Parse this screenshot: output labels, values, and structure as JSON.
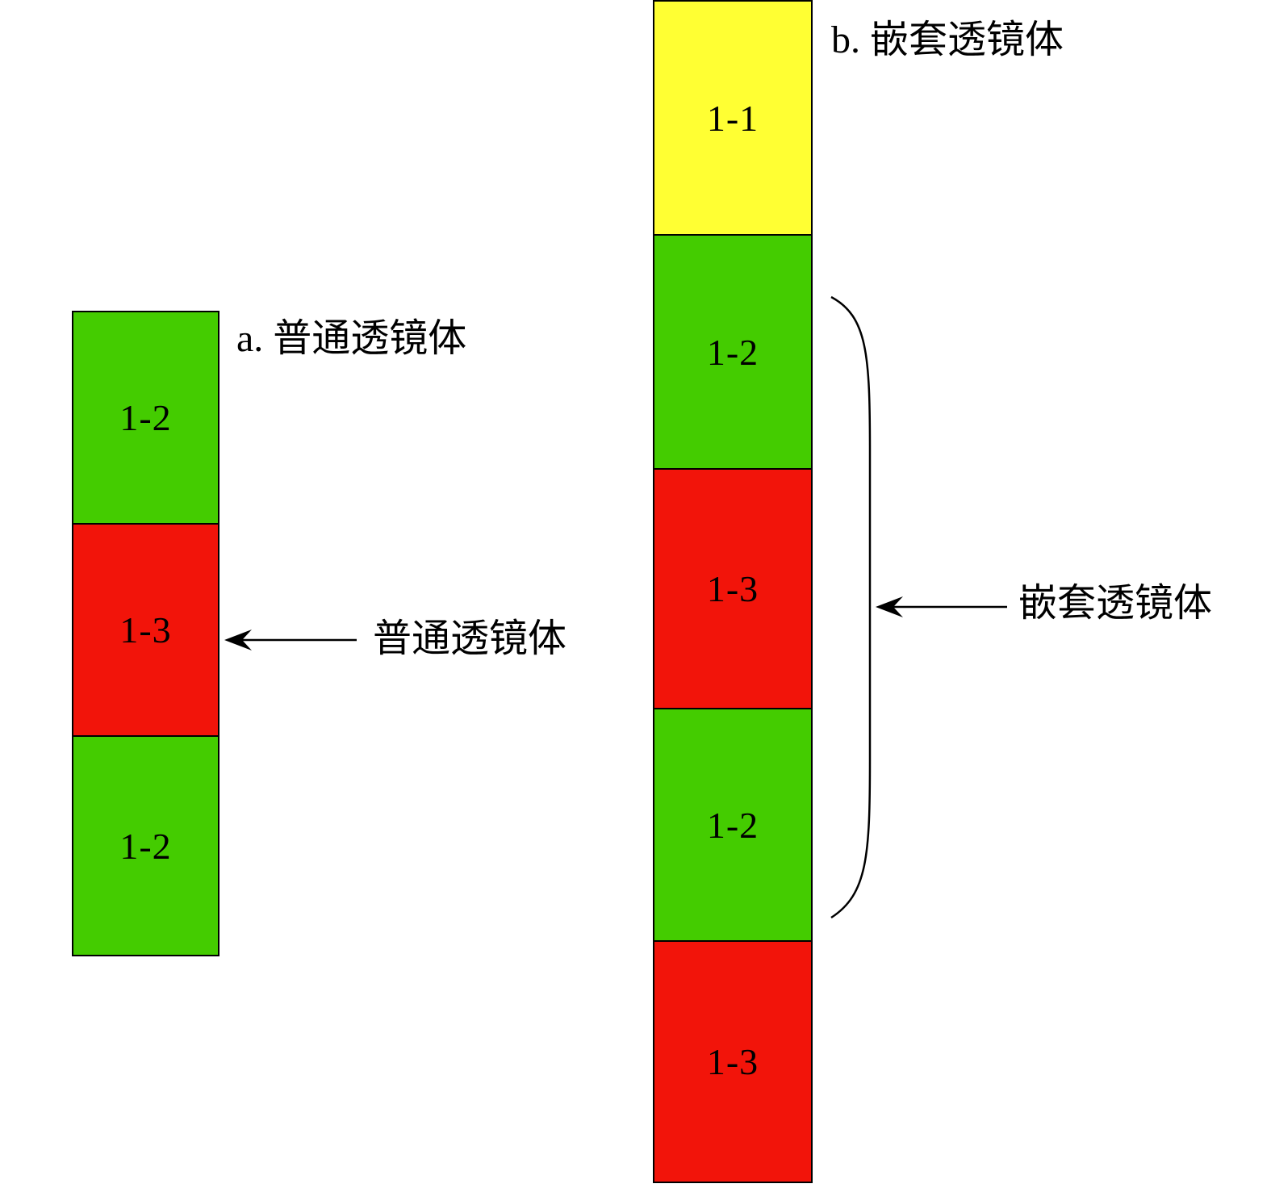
{
  "colors": {
    "yellow": "#ffff33",
    "green": "#44cc00",
    "red": "#f2140a",
    "stroke": "#000000"
  },
  "diagram_a": {
    "title": "a. 普通透镜体",
    "cells": [
      {
        "label": "1-2",
        "color": "green"
      },
      {
        "label": "1-3",
        "color": "red"
      },
      {
        "label": "1-2",
        "color": "green"
      }
    ],
    "arrow_label": "普通透镜体"
  },
  "diagram_b": {
    "title": "b. 嵌套透镜体",
    "cells": [
      {
        "label": "1-1",
        "color": "yellow"
      },
      {
        "label": "1-2",
        "color": "green"
      },
      {
        "label": "1-3",
        "color": "red"
      },
      {
        "label": "1-2",
        "color": "green"
      },
      {
        "label": "1-3",
        "color": "red"
      }
    ],
    "arrow_label": "嵌套透镜体"
  }
}
